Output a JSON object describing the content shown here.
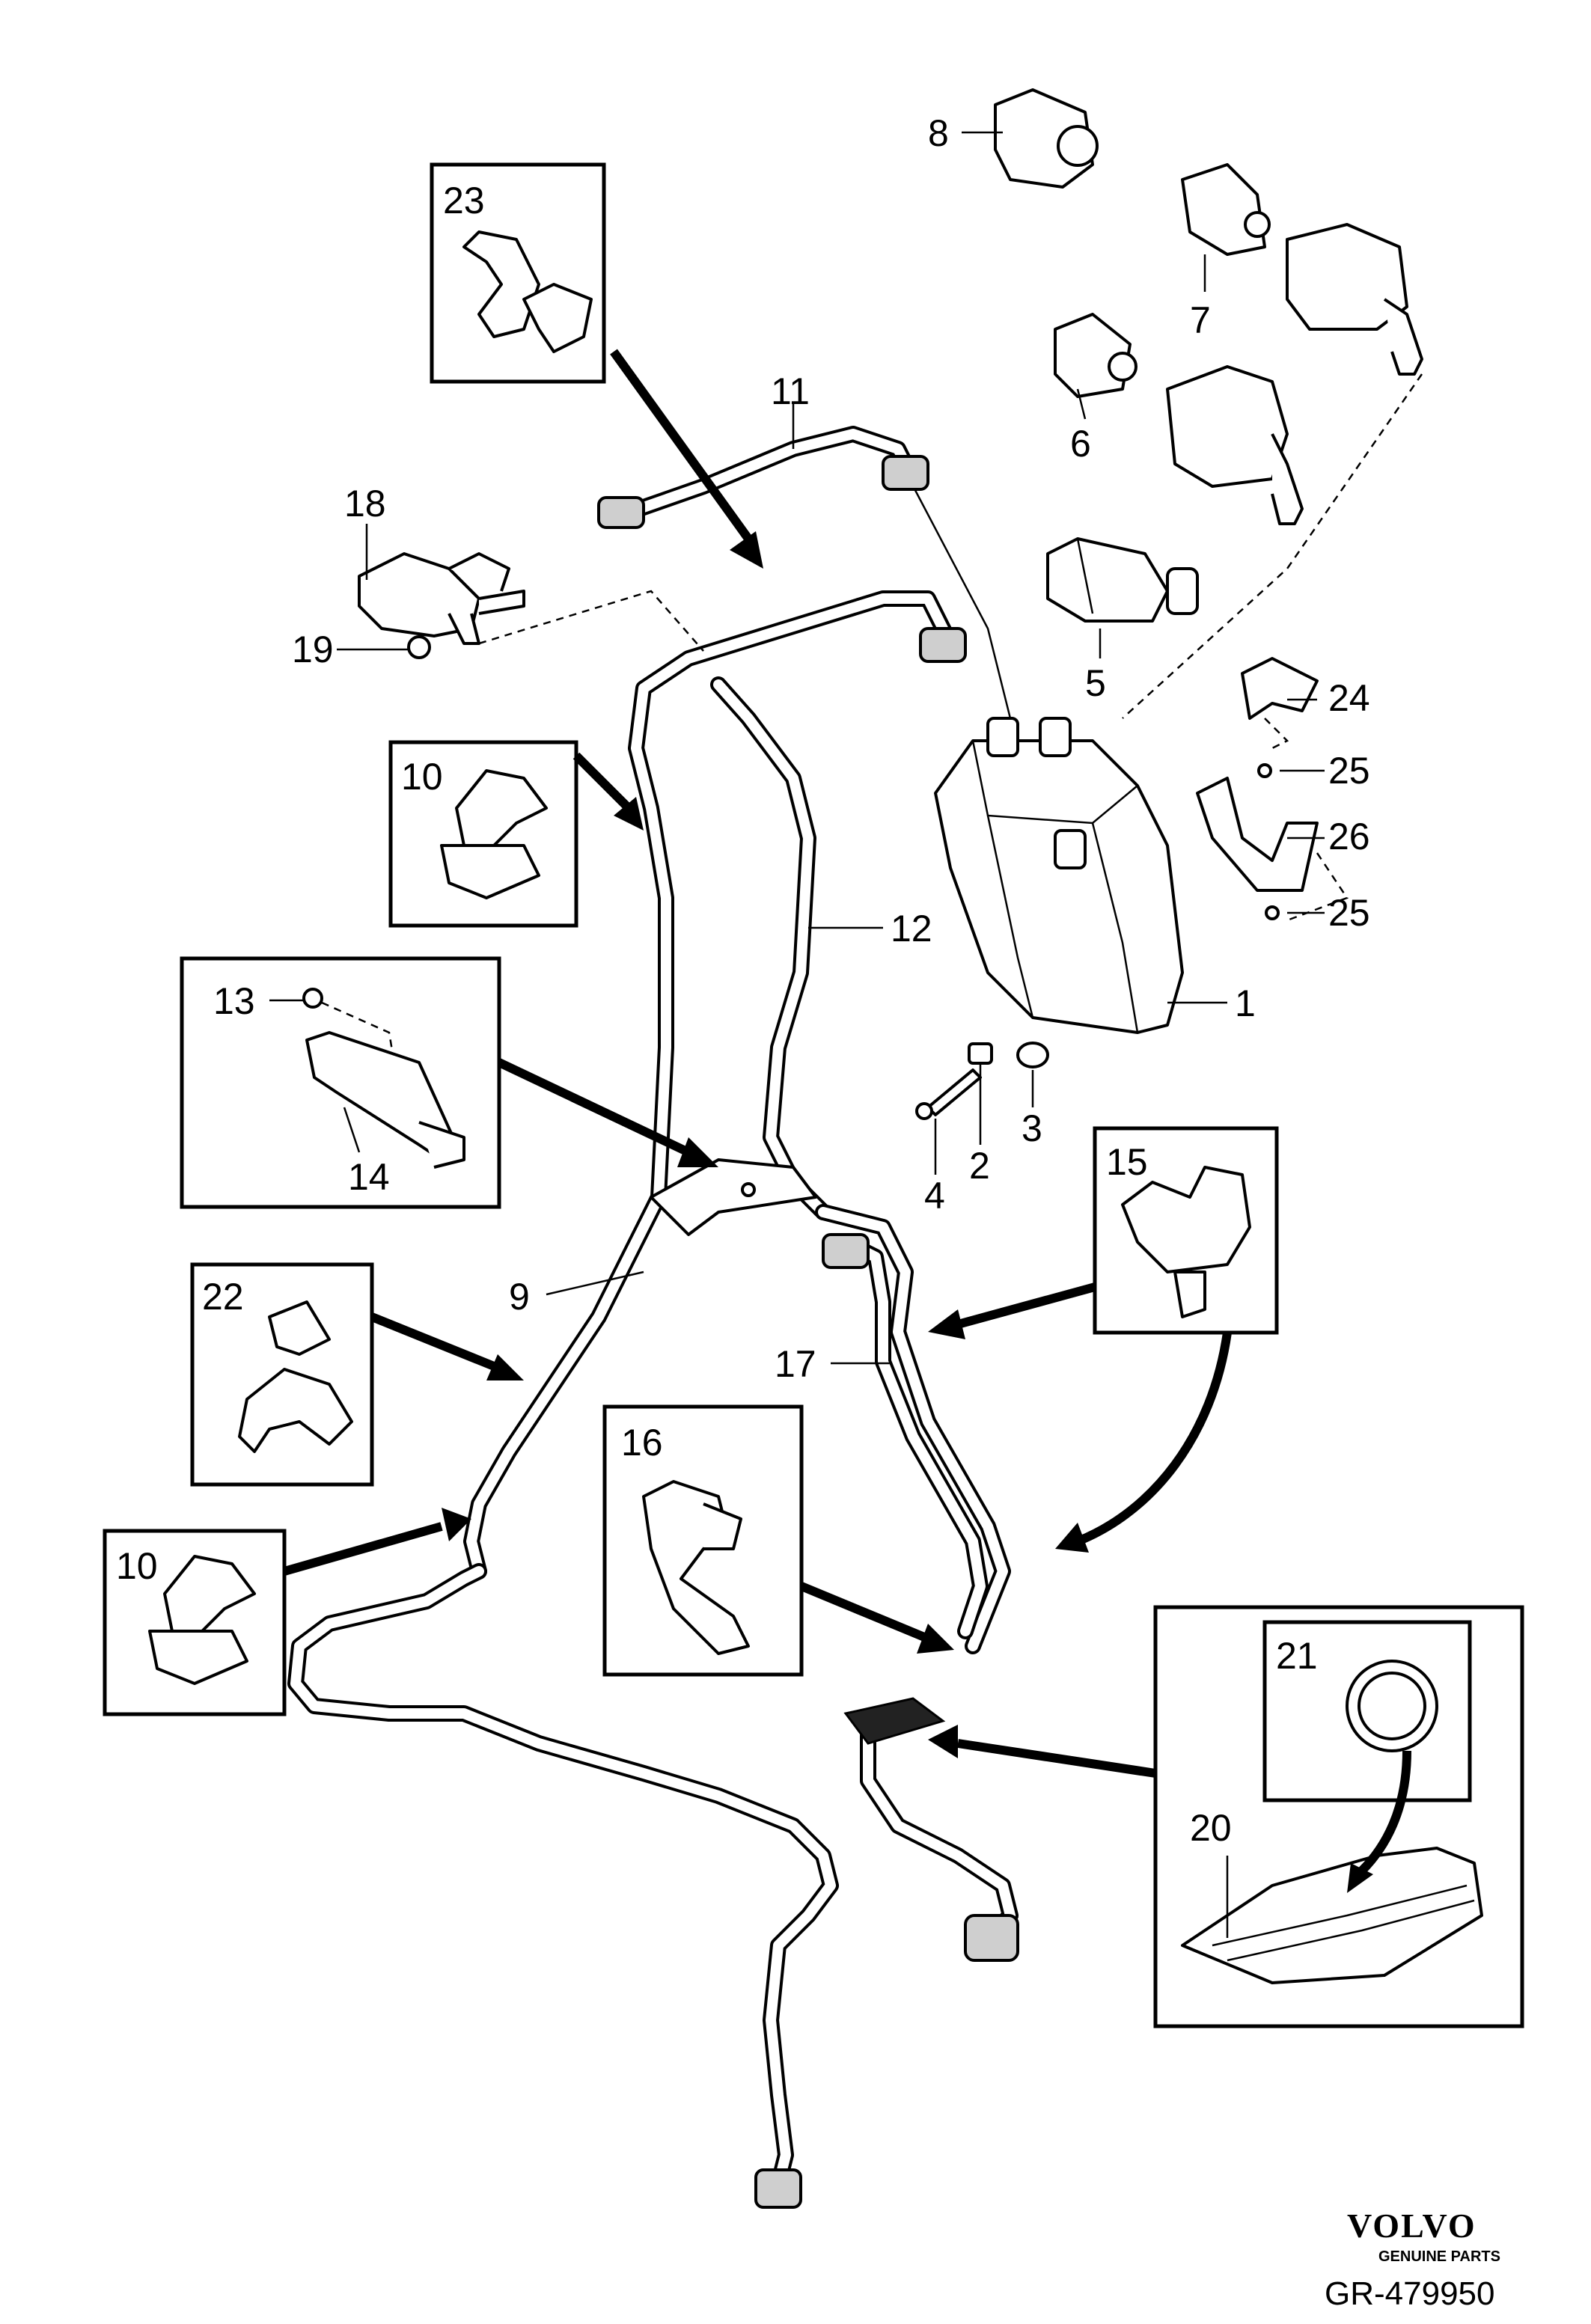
{
  "brand": {
    "name": "VOLVO",
    "tagline": "GENUINE PARTS"
  },
  "reference": "GR-479950",
  "callouts": {
    "c1": "1",
    "c2": "2",
    "c3": "3",
    "c4": "4",
    "c5": "5",
    "c6": "6",
    "c7": "7",
    "c8": "8",
    "c9": "9",
    "c10a": "10",
    "c10b": "10",
    "c11": "11",
    "c12": "12",
    "c13": "13",
    "c14": "14",
    "c15": "15",
    "c16": "16",
    "c17": "17",
    "c18": "18",
    "c19": "19",
    "c20": "20",
    "c21": "21",
    "c22": "22",
    "c23": "23",
    "c24": "24",
    "c25a": "25",
    "c25b": "25",
    "c26": "26"
  }
}
